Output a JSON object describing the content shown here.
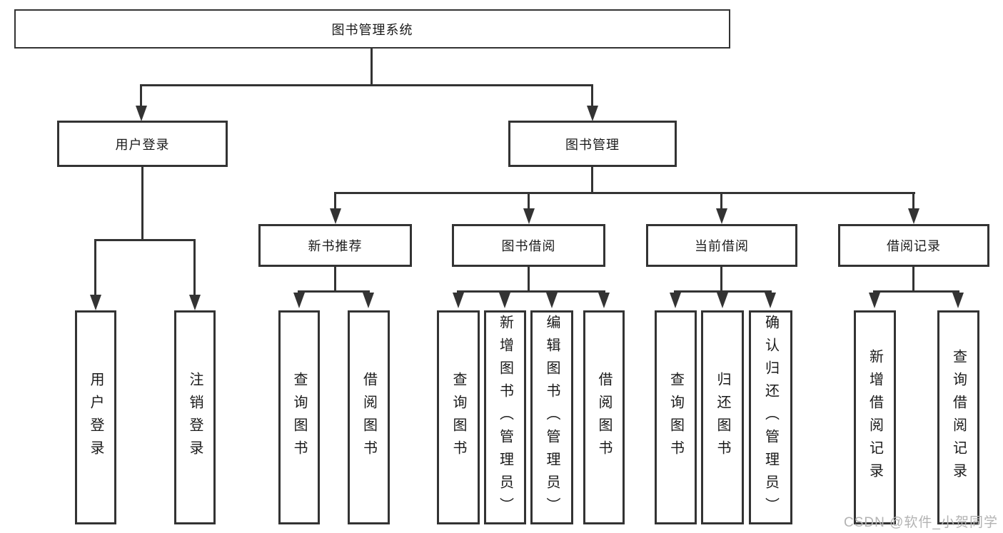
{
  "tree": {
    "label": "图书管理系统",
    "children": [
      {
        "label": "用户登录",
        "children": [
          {
            "label": "用户登录"
          },
          {
            "label": "注销登录"
          }
        ]
      },
      {
        "label": "图书管理",
        "children": [
          {
            "label": "新书推荐",
            "children": [
              {
                "label": "查询图书"
              },
              {
                "label": "借阅图书"
              }
            ]
          },
          {
            "label": "图书借阅",
            "children": [
              {
                "label": "查询图书"
              },
              {
                "label": "新增图书（管理员）"
              },
              {
                "label": "编辑图书（管理员）"
              },
              {
                "label": "借阅图书"
              }
            ]
          },
          {
            "label": "当前借阅",
            "children": [
              {
                "label": "查询图书"
              },
              {
                "label": "归还图书"
              },
              {
                "label": "确认归还（管理员）"
              }
            ]
          },
          {
            "label": "借阅记录",
            "children": [
              {
                "label": "新增借阅记录"
              },
              {
                "label": "查询借阅记录"
              }
            ]
          }
        ]
      }
    ]
  },
  "watermark": "CSDN @软件_小贺同学",
  "colors": {
    "line": "#333333",
    "box_border": "#333333",
    "box_background": "#ffffff",
    "text": "#1a1a1a",
    "watermark": "#b3b3b3",
    "page_background": "#ffffff"
  }
}
